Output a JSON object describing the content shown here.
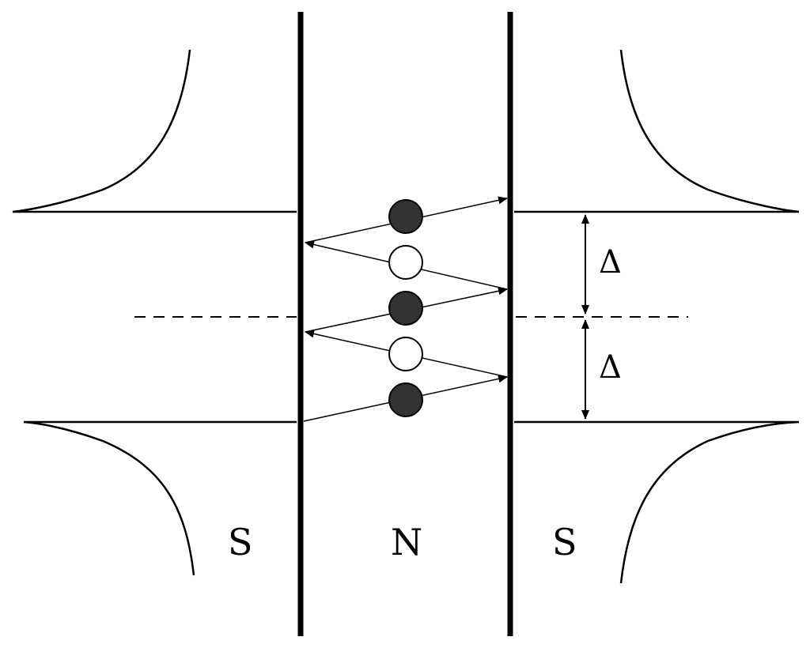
{
  "regions": [
    {
      "id": "left",
      "label": "S"
    },
    {
      "id": "middle",
      "label": "N"
    },
    {
      "id": "right",
      "label": "S"
    }
  ],
  "gap": {
    "upper_label": "Δ",
    "lower_label": "Δ"
  },
  "particles": [
    {
      "kind": "electron",
      "fill": "#333333"
    },
    {
      "kind": "hole",
      "fill": "#ffffff"
    },
    {
      "kind": "electron",
      "fill": "#333333"
    },
    {
      "kind": "hole",
      "fill": "#ffffff"
    },
    {
      "kind": "electron",
      "fill": "#333333"
    }
  ],
  "colors": {
    "line": "#000000",
    "electron": "#333333",
    "hole": "#ffffff"
  }
}
